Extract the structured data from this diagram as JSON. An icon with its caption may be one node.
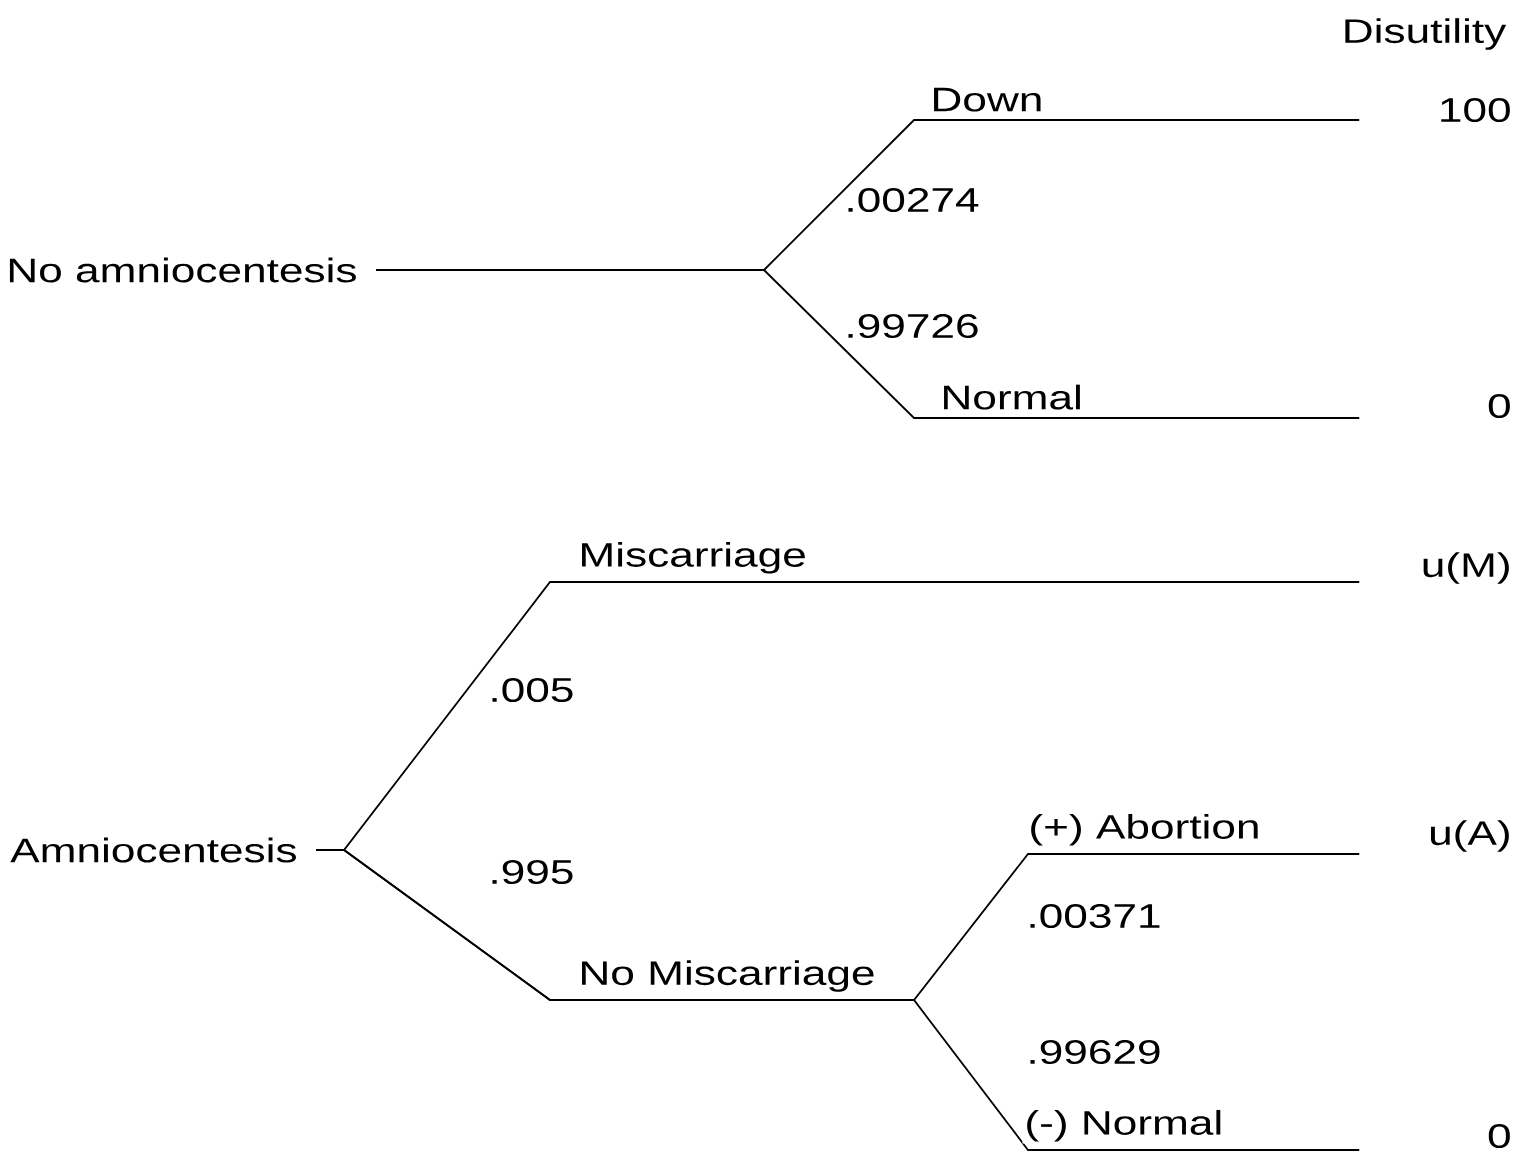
{
  "diagram": {
    "nodes": [
      {
        "text": [
          "No amniocentesis"
        ]
      },
      {
        "text": [
          "100"
        ]
      },
      {
        "text": [
          "0"
        ]
      },
      {
        "text": [
          "Amniocentesis"
        ]
      },
      {
        "text": [
          "u(M)"
        ]
      },
      {
        "text": [
          "u(A)"
        ]
      },
      {
        "text": [
          "0"
        ]
      }
    ],
    "edges": [
      {
        "from": 0,
        "to": 1,
        "arrow": "none",
        "label": "Down"
      },
      {
        "from": 0,
        "to": 2,
        "arrow": "none",
        "label": "Normal"
      },
      {
        "from": 3,
        "to": 4,
        "arrow": "none",
        "label": "Miscarriage"
      },
      {
        "from": 3,
        "to": 5,
        "arrow": "none",
        "label": "(+) Abortion"
      },
      {
        "from": 3,
        "to": 6,
        "arrow": "none",
        "label": "(-) Normal"
      }
    ],
    "labels": [
      "Disutility",
      ".00274",
      ".99726",
      ".005",
      ".995",
      "No Miscarriage",
      ".00371",
      ".99629"
    ]
  }
}
